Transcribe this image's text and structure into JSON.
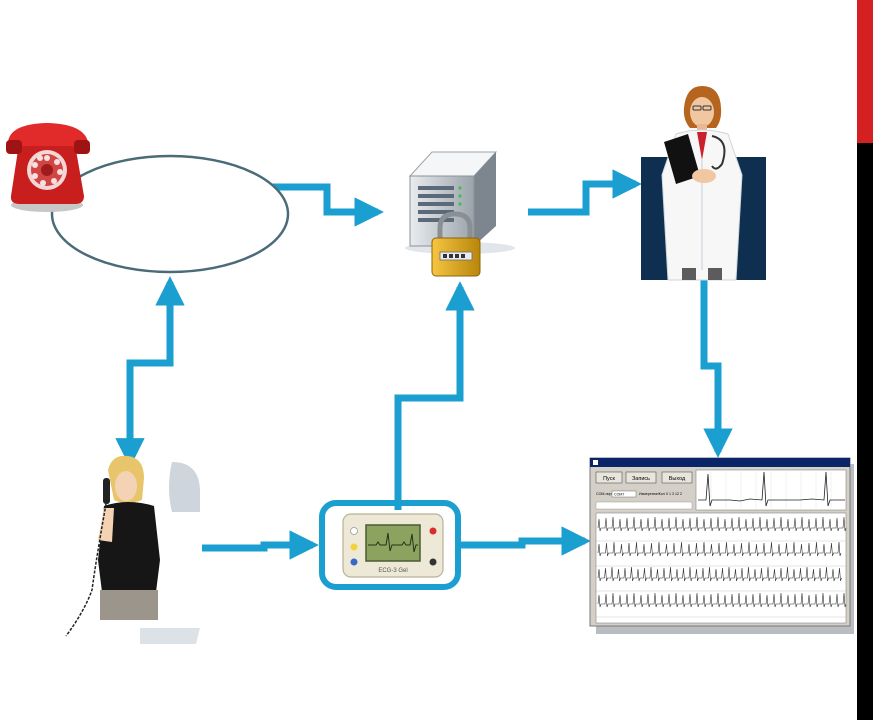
{
  "colors": {
    "arrow": "#1b9fd0",
    "ellipse": "#4a6b78",
    "edge_top": "#d42020",
    "edge_bottom": "#000000",
    "doctor_bg": "#0e2f4f"
  },
  "nodes": {
    "phone": {
      "icon": "red-rotary-telephone-icon"
    },
    "network": {
      "label": ""
    },
    "server": {
      "icon": "server-with-padlock-icon"
    },
    "doctor": {
      "icon": "doctor-with-stethoscope-icon"
    },
    "patient": {
      "icon": "woman-on-phone-icon"
    },
    "ecg_device": {
      "icon": "ecg-recorder-icon",
      "label": "ECG-3 Gel"
    },
    "ecg_window": {
      "buttons": [
        "Пуск",
        "Запись",
        "Выход"
      ],
      "port_label": "COM-порт",
      "port_value": "COM7",
      "status_label": "Измерение/Кол",
      "status_value": "0 1 3 12 2"
    }
  }
}
